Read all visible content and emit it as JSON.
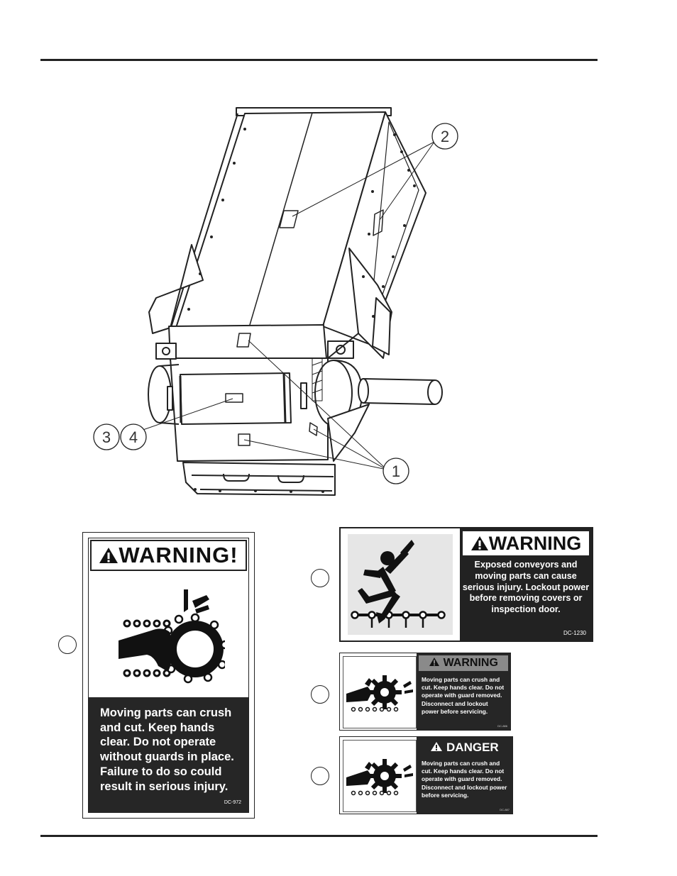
{
  "callouts": {
    "c1": "1",
    "c2": "2",
    "c3": "3",
    "c4": "4"
  },
  "decal_dc972": {
    "header": "WARNING!",
    "message": "Moving parts can crush and cut. Keep hands clear. Do not operate without guards in place. Failure to do so could result in serious injury.",
    "code": "DC-972"
  },
  "decal_dc1230": {
    "header": "WARNING",
    "message": "Exposed conveyors and moving parts can cause serious injury. Lockout power before removing covers or inspection door.",
    "code": "DC-1230"
  },
  "decal_warning_small": {
    "header": "WARNING",
    "message": "Moving parts can crush and cut. Keep hands clear. Do not operate with guard removed. Disconnect and lockout power before servicing.",
    "code": "DC-886"
  },
  "decal_danger_small": {
    "header": "DANGER",
    "message": "Moving parts can crush and cut. Keep hands clear. Do not operate with guard removed. Disconnect and lockout power before servicing.",
    "code": "DC-887"
  },
  "icons": [
    "warning-triangle-icon",
    "chain-sprocket-hand-icon",
    "person-falling-conveyor-icon",
    "gear-crush-hand-icon"
  ],
  "colors": {
    "ink": "#222222",
    "panel": "#262626",
    "banner_gray": "#8a8a8a",
    "paper": "#ffffff"
  }
}
